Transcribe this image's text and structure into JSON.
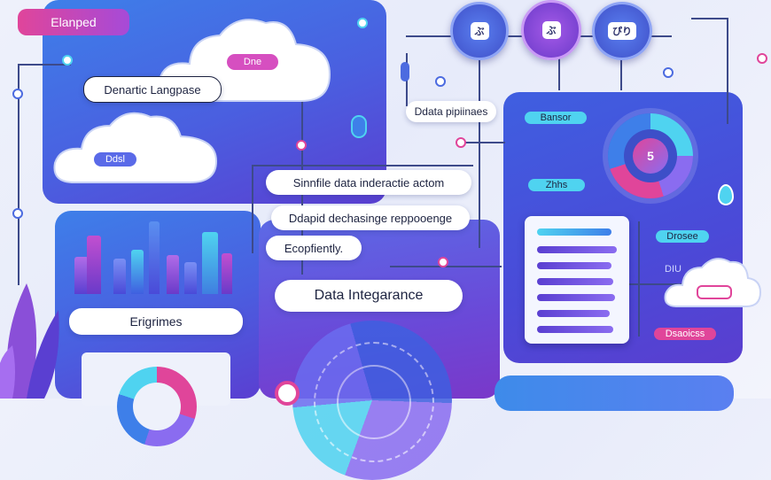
{
  "labels": {
    "top_left_tag": "Elanped",
    "cloud_top_tag": "Dne",
    "domain_language": "Denartic Langpase",
    "cloud_left_tag": "Ddsl",
    "data_pipelines": "Ddata pipiinaes",
    "simplified": "Sinnfile data inderactie actom",
    "deployed": "Ddapid dechasinge reppooenge",
    "efficiency": "Ecopfiently.",
    "data_intelligence": "Data Integarance",
    "engineers": "Erigrimes",
    "right_top_chip": "Bansor",
    "right_mid_chip": "Zhhs",
    "right_list_chip": "Drosee",
    "right_small_label": "DIU",
    "right_bottom_chip": "Dsaoicss",
    "gauge_center": "5"
  },
  "buttons": {
    "btn1": "ぶ",
    "btn2": "ぶ",
    "btn3": "ぴり"
  },
  "colors": {
    "accent_blue": "#3e7fe9",
    "accent_purple": "#6a49d8",
    "accent_pink": "#e0459a",
    "accent_cyan": "#4fd3f0"
  }
}
